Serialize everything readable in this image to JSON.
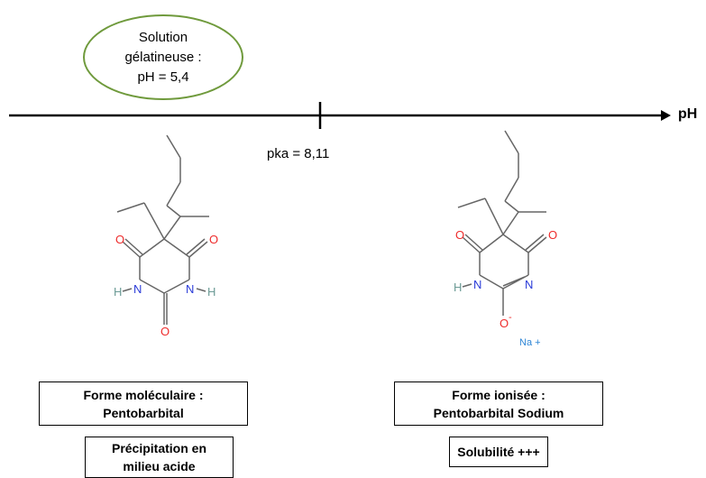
{
  "ellipse": {
    "line1": "Solution",
    "line2": "gélatineuse :",
    "line3": "pH = 5,4"
  },
  "axis": {
    "label": "pH",
    "pka_label": "pka = 8,11"
  },
  "molecule_left": {
    "atoms": {
      "o_left": "O",
      "o_right": "O",
      "o_bottom": "O",
      "n_left": "N",
      "n_right": "N",
      "h_left": "H",
      "h_right": "H"
    }
  },
  "molecule_right": {
    "atoms": {
      "o_left": "O",
      "o_right": "O",
      "o_bottom": "O",
      "charge": "-",
      "n_left": "N",
      "n_right": "N",
      "h_left": "H",
      "na": "Na +"
    }
  },
  "boxes": {
    "left_main_line1": "Forme moléculaire :",
    "left_main_line2": "Pentobarbital",
    "left_sub_line1": "Précipitation en",
    "left_sub_line2": "milieu acide",
    "right_main_line1": "Forme ionisée :",
    "right_main_line2": "Pentobarbital Sodium",
    "right_sub": "Solubilité +++"
  },
  "colors": {
    "ellipse_border": "#6f9a3c",
    "oxygen": "#ee2b2b",
    "nitrogen": "#2a3bd8",
    "hydrogen": "#6c9b96",
    "sodium": "#2e86d6",
    "bond": "#666666"
  }
}
